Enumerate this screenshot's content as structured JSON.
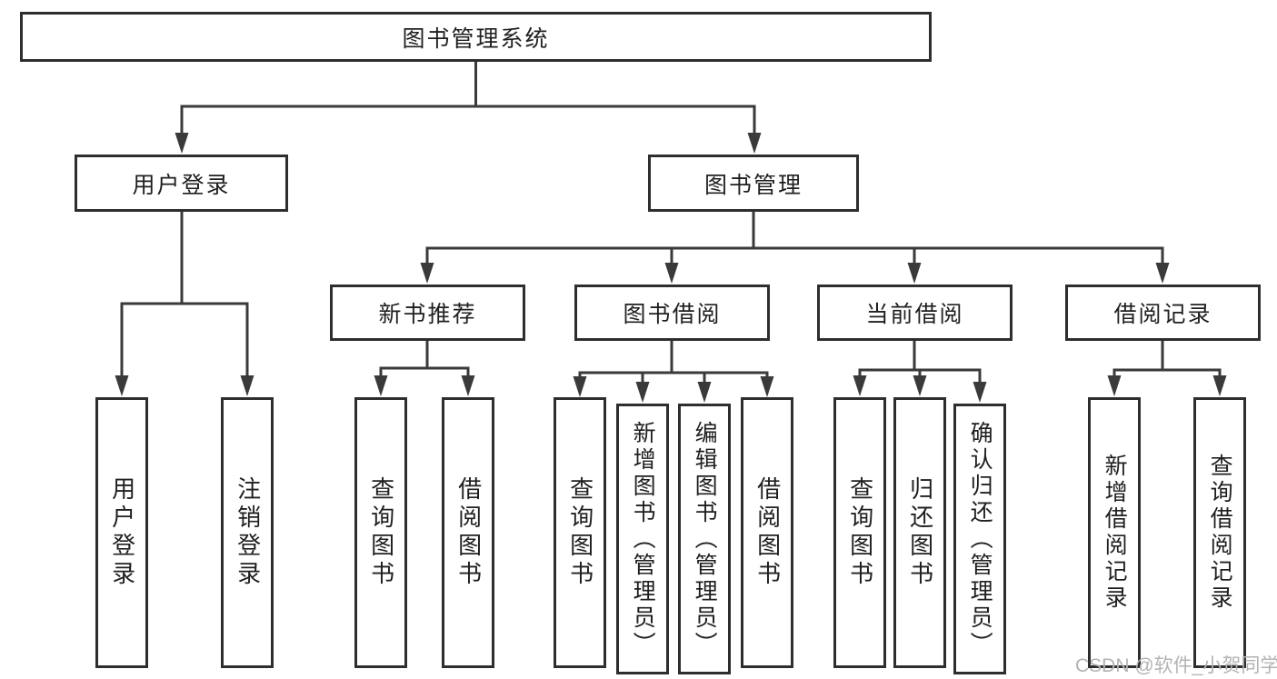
{
  "diagram": {
    "root": {
      "label": "图书管理系统"
    },
    "branches": [
      {
        "label": "用户登录",
        "children": [
          {
            "label": "用户登录"
          },
          {
            "label": "注销登录"
          }
        ]
      },
      {
        "label": "图书管理",
        "children": [
          {
            "label": "新书推荐",
            "children": [
              {
                "label": "查询图书"
              },
              {
                "label": "借阅图书"
              }
            ]
          },
          {
            "label": "图书借阅",
            "children": [
              {
                "label": "查询图书"
              },
              {
                "label": "新增图书（管理员）"
              },
              {
                "label": "编辑图书（管理员）"
              },
              {
                "label": "借阅图书"
              }
            ]
          },
          {
            "label": "当前借阅",
            "children": [
              {
                "label": "查询图书"
              },
              {
                "label": "归还图书"
              },
              {
                "label": "确认归还（管理员）"
              }
            ]
          },
          {
            "label": "借阅记录",
            "children": [
              {
                "label": "新增借阅记录"
              },
              {
                "label": "查询借阅记录"
              }
            ]
          }
        ]
      }
    ]
  },
  "watermark": {
    "text": "CSDN @软件_小贺同学"
  },
  "colors": {
    "line": "#3a3a3a",
    "box_border": "#2e2e2e",
    "text": "#1f1f1f",
    "background": "#ffffff",
    "watermark": "#b3b3b3"
  }
}
